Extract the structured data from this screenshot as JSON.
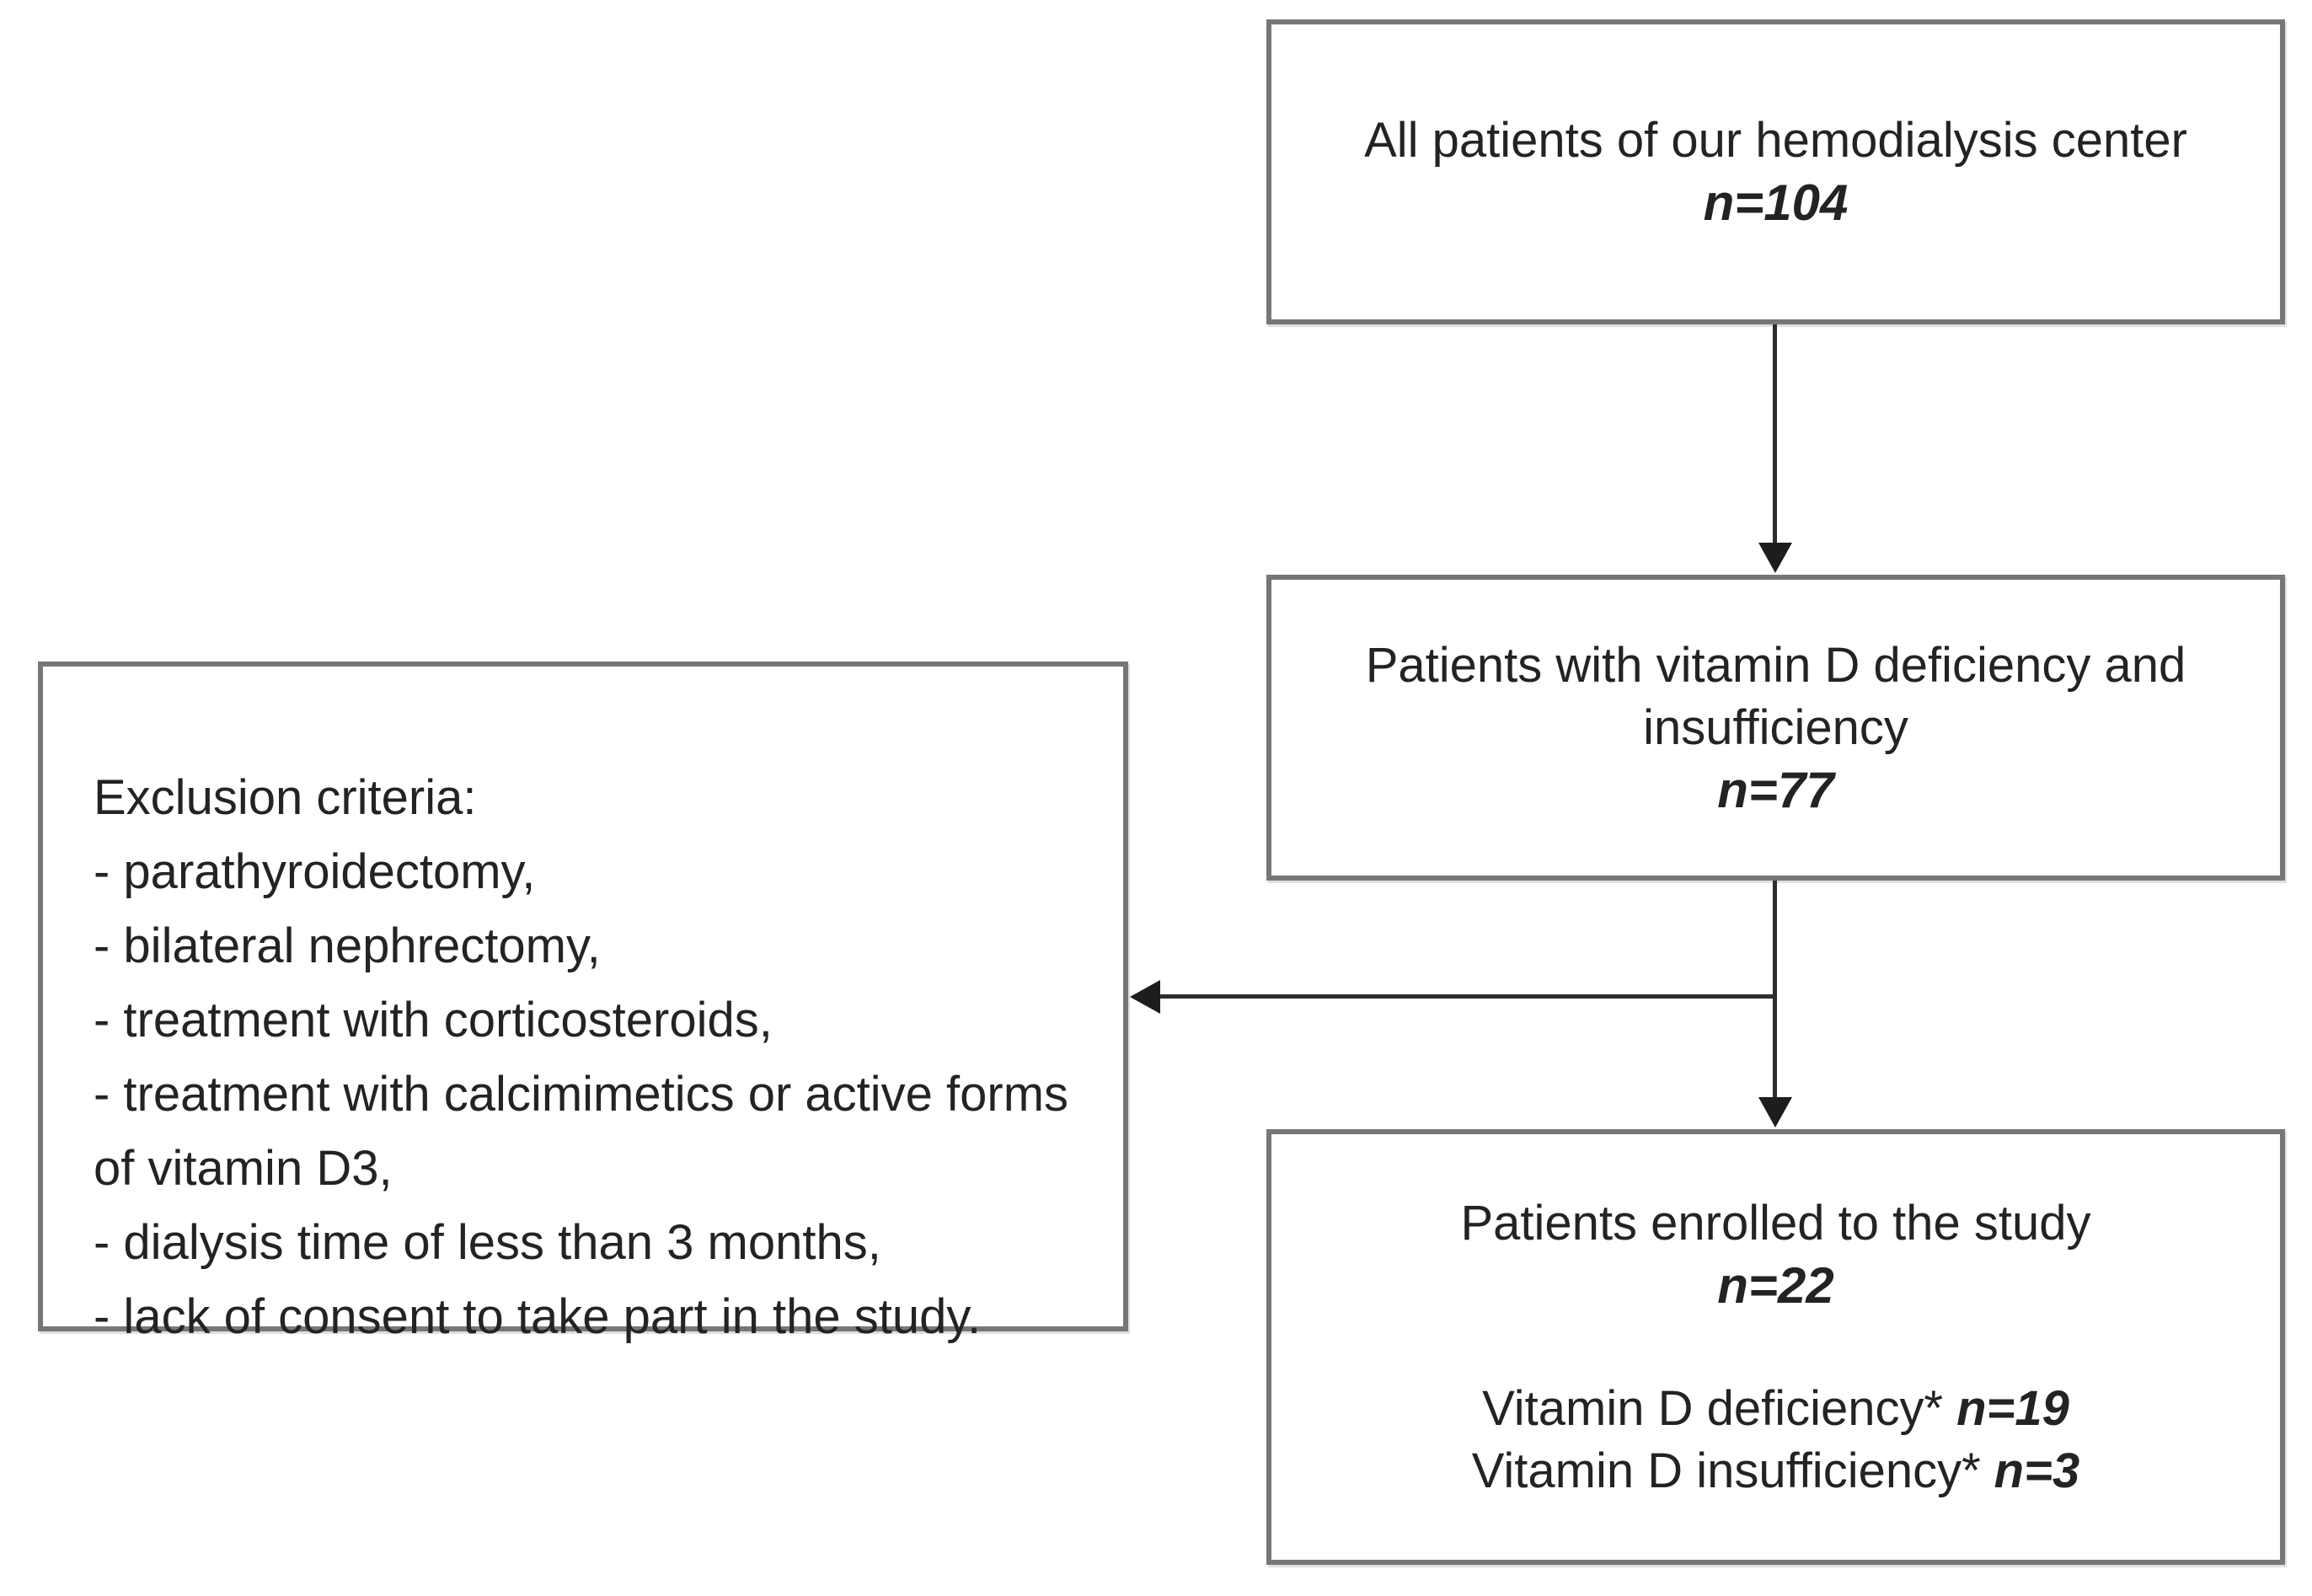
{
  "flowchart": {
    "top_box": {
      "text": "All patients of our hemodialysis center",
      "n": "n=104"
    },
    "middle_box": {
      "text": "Patients with vitamin D deficiency and insufficiency",
      "n": "n=77"
    },
    "exclusion_box": {
      "title": "Exclusion criteria:",
      "items": [
        "- parathyroidectomy,",
        "- bilateral nephrectomy,",
        "- treatment with corticosteroids,",
        "- treatment with calcimimetics or active forms of vitamin D3,",
        "- dialysis time of less than 3 months,",
        "- lack of consent to take part in the study."
      ]
    },
    "enrolled_box": {
      "text": "Patients enrolled to the study",
      "n": "n=22",
      "subgroups": [
        {
          "label": "Vitamin D deficiency*",
          "n": "n=19"
        },
        {
          "label": "Vitamin D insufficiency*",
          "n": "n=3"
        }
      ]
    },
    "colors": {
      "background": "#ffffff",
      "box_border": "#777777",
      "text": "#232323",
      "arrow": "#2d2d2d"
    }
  }
}
